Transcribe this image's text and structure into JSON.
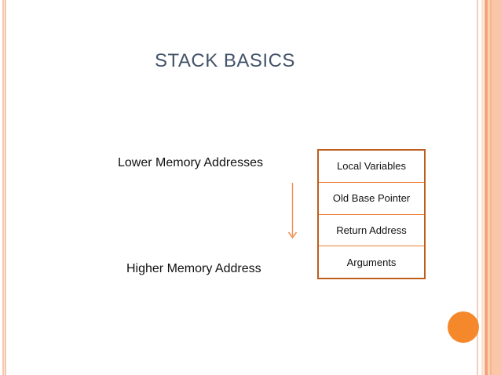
{
  "slide": {
    "title": "STACK BASICS",
    "lower_label": "Lower Memory Addresses",
    "higher_label": "Higher Memory Address",
    "stack": {
      "cells": [
        "Local Variables",
        "Old Base Pointer",
        "Return Address",
        "Arguments"
      ]
    },
    "icons": {
      "down_arrow": "down-arrow-icon"
    },
    "colors": {
      "title_text": "#44546a",
      "body_text": "#111111",
      "box_border": "#be5e1c",
      "box_divider": "#ed7d31",
      "arrow": "#ec9155",
      "accent_circle": "#f6882c",
      "stripe_peach_light": "#fbe0ce",
      "stripe_peach_medium": "#f9c7a7",
      "stripe_peach_dark": "#f2a379"
    }
  }
}
